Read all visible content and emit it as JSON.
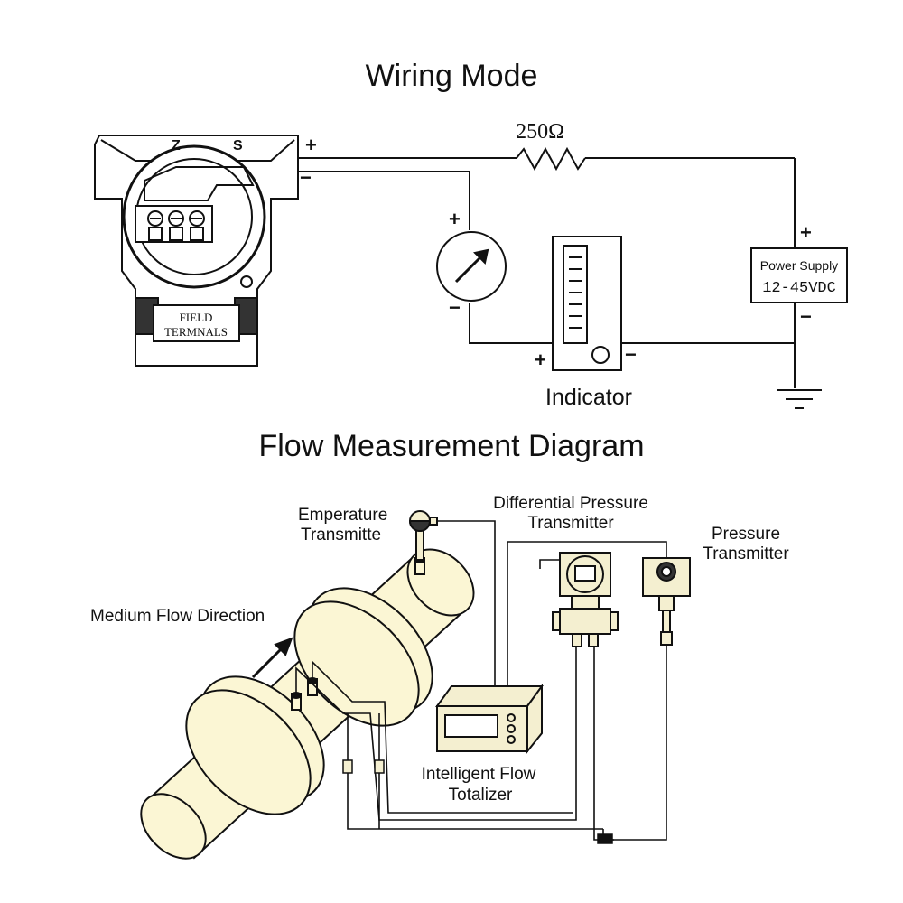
{
  "wiring": {
    "title": "Wiring Mode",
    "resistor_label": "250Ω",
    "terminal_z": "Z",
    "terminal_s": "S",
    "field_terminals_line1": "FIELD",
    "field_terminals_line2": "TERMNALS",
    "plus": "+",
    "minus": "−",
    "power_supply_line1": "Power Supply",
    "power_supply_line2": "12-45VDC",
    "indicator_label": "Indicator"
  },
  "flow": {
    "title": "Flow Measurement Diagram",
    "temperature_line1": "Emperature",
    "temperature_line2": "Transmitte",
    "dp_line1": "Differential Pressure",
    "dp_line2": "Transmitter",
    "pressure_line1": "Pressure",
    "pressure_line2": "Transmitter",
    "flow_direction": "Medium Flow Direction",
    "totalizer_line1": "Intelligent Flow",
    "totalizer_line2": "Totalizer"
  },
  "colors": {
    "line": "#111111",
    "pipe_fill": "#fbf6d4",
    "device_fill": "#f4efd0"
  }
}
